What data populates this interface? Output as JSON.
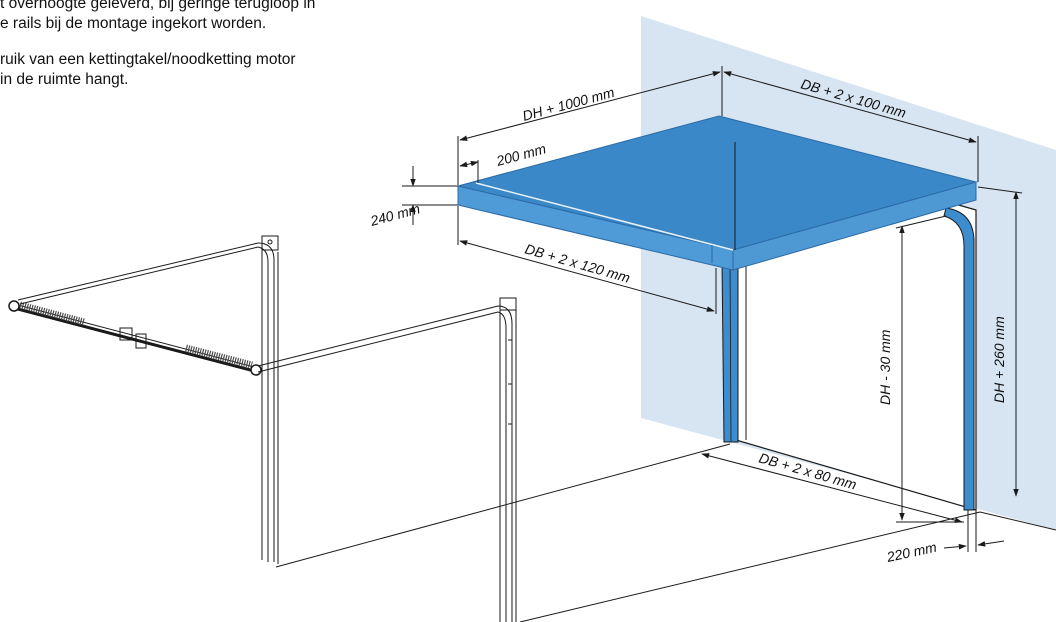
{
  "notes": {
    "para1_line1": "t overhoogte geleverd, bij geringe terugloop in",
    "para1_line2": "e rails bij de montage ingekort worden.",
    "para2_line1": "ruik van een kettingtakel/noodketting motor",
    "para2_line2": "in de ruimte hangt."
  },
  "dimensions": {
    "dh_plus_1000": "DH + 1000 mm",
    "db_plus_2x100": "DB + 2 x 100 mm",
    "d200": "200 mm",
    "d240": "240 mm",
    "db_plus_2x120": "DB + 2 x 120 mm",
    "dh_minus_30": "DH - 30 mm",
    "dh_plus_260": "DH + 260 mm",
    "db_plus_2x80": "DB + 2 x 80 mm",
    "d220": "220 mm"
  },
  "colors": {
    "wall": "#d7e4f1",
    "soffit_top": "#3b88c8",
    "soffit_front": "#4f9bd8",
    "rail_blue": "#3d8ccd",
    "line": "#1a1a1a"
  }
}
